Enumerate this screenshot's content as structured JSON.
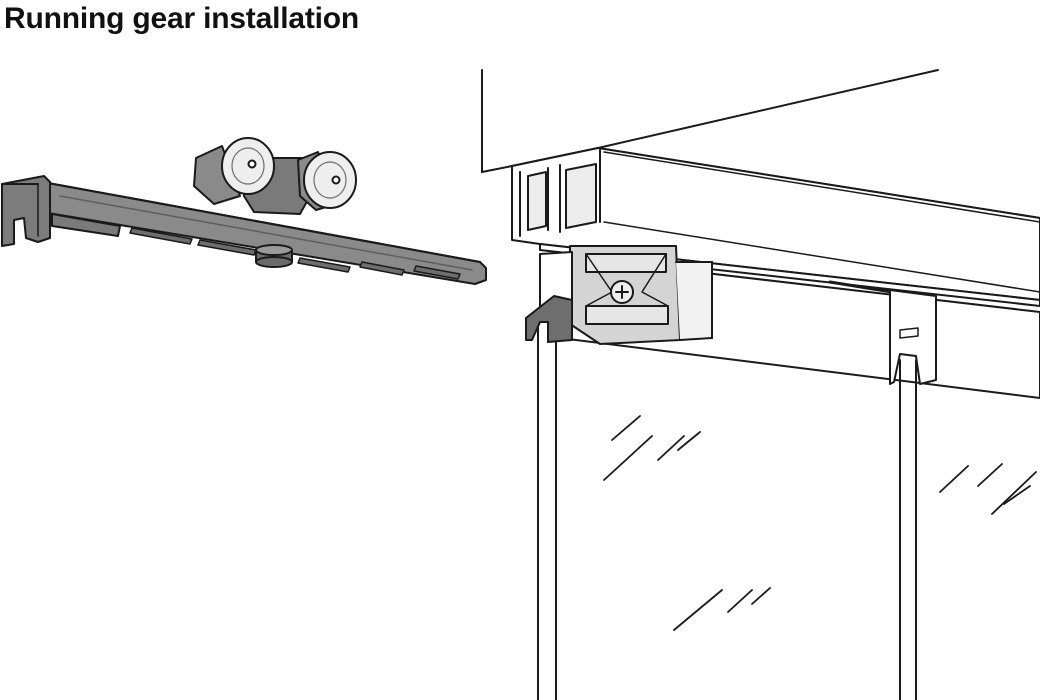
{
  "page": {
    "title": "Running gear installation"
  },
  "illustration": {
    "parts": [
      "running-gear-carriage",
      "guide-rail-profile",
      "glass-clamp-holder",
      "glass-panel"
    ],
    "colors": {
      "outline": "#1a1a1a",
      "part_fill": "#8a8a8a",
      "part_dark": "#5e5e5e",
      "wheel_fill": "#eeeeee",
      "profile_fill": "#dcdcdc",
      "clamp_fill": "#d4d4d4",
      "background": "#ffffff"
    }
  }
}
